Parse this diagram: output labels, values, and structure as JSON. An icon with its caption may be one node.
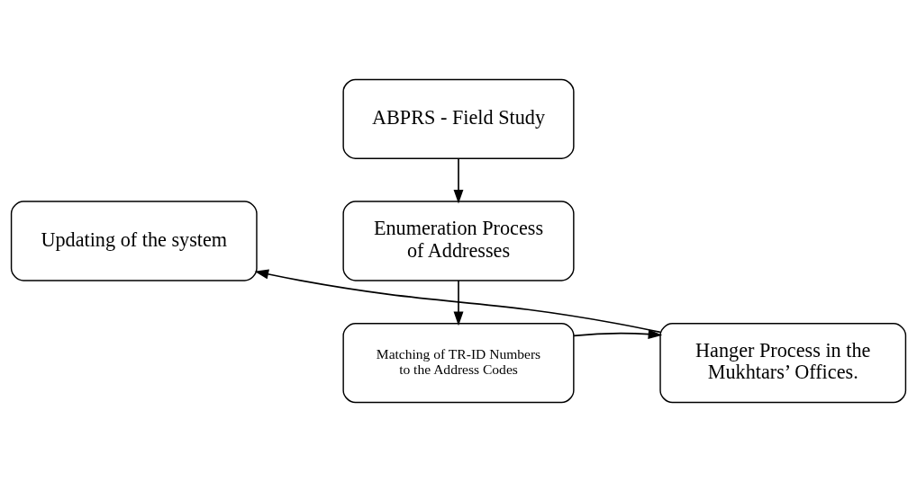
{
  "diagram": {
    "nodes": [
      {
        "text": [
          "ABPRS - Field Study"
        ]
      },
      {
        "text": [
          "Enumeration Process of Addresses"
        ]
      },
      {
        "text": [
          "Matching of TR-ID Numbers to the Address Codes"
        ]
      },
      {
        "text": [
          "Hanger Process in the Mukhtars’ Offices."
        ]
      },
      {
        "text": [
          "Updating of the system"
        ]
      }
    ],
    "edges": [
      {
        "from": 0,
        "to": 1,
        "arrow": "to"
      },
      {
        "from": 1,
        "to": 2,
        "arrow": "to"
      },
      {
        "from": 2,
        "to": 3,
        "arrow": "to"
      },
      {
        "from": 3,
        "to": 4,
        "arrow": "to"
      }
    ]
  }
}
